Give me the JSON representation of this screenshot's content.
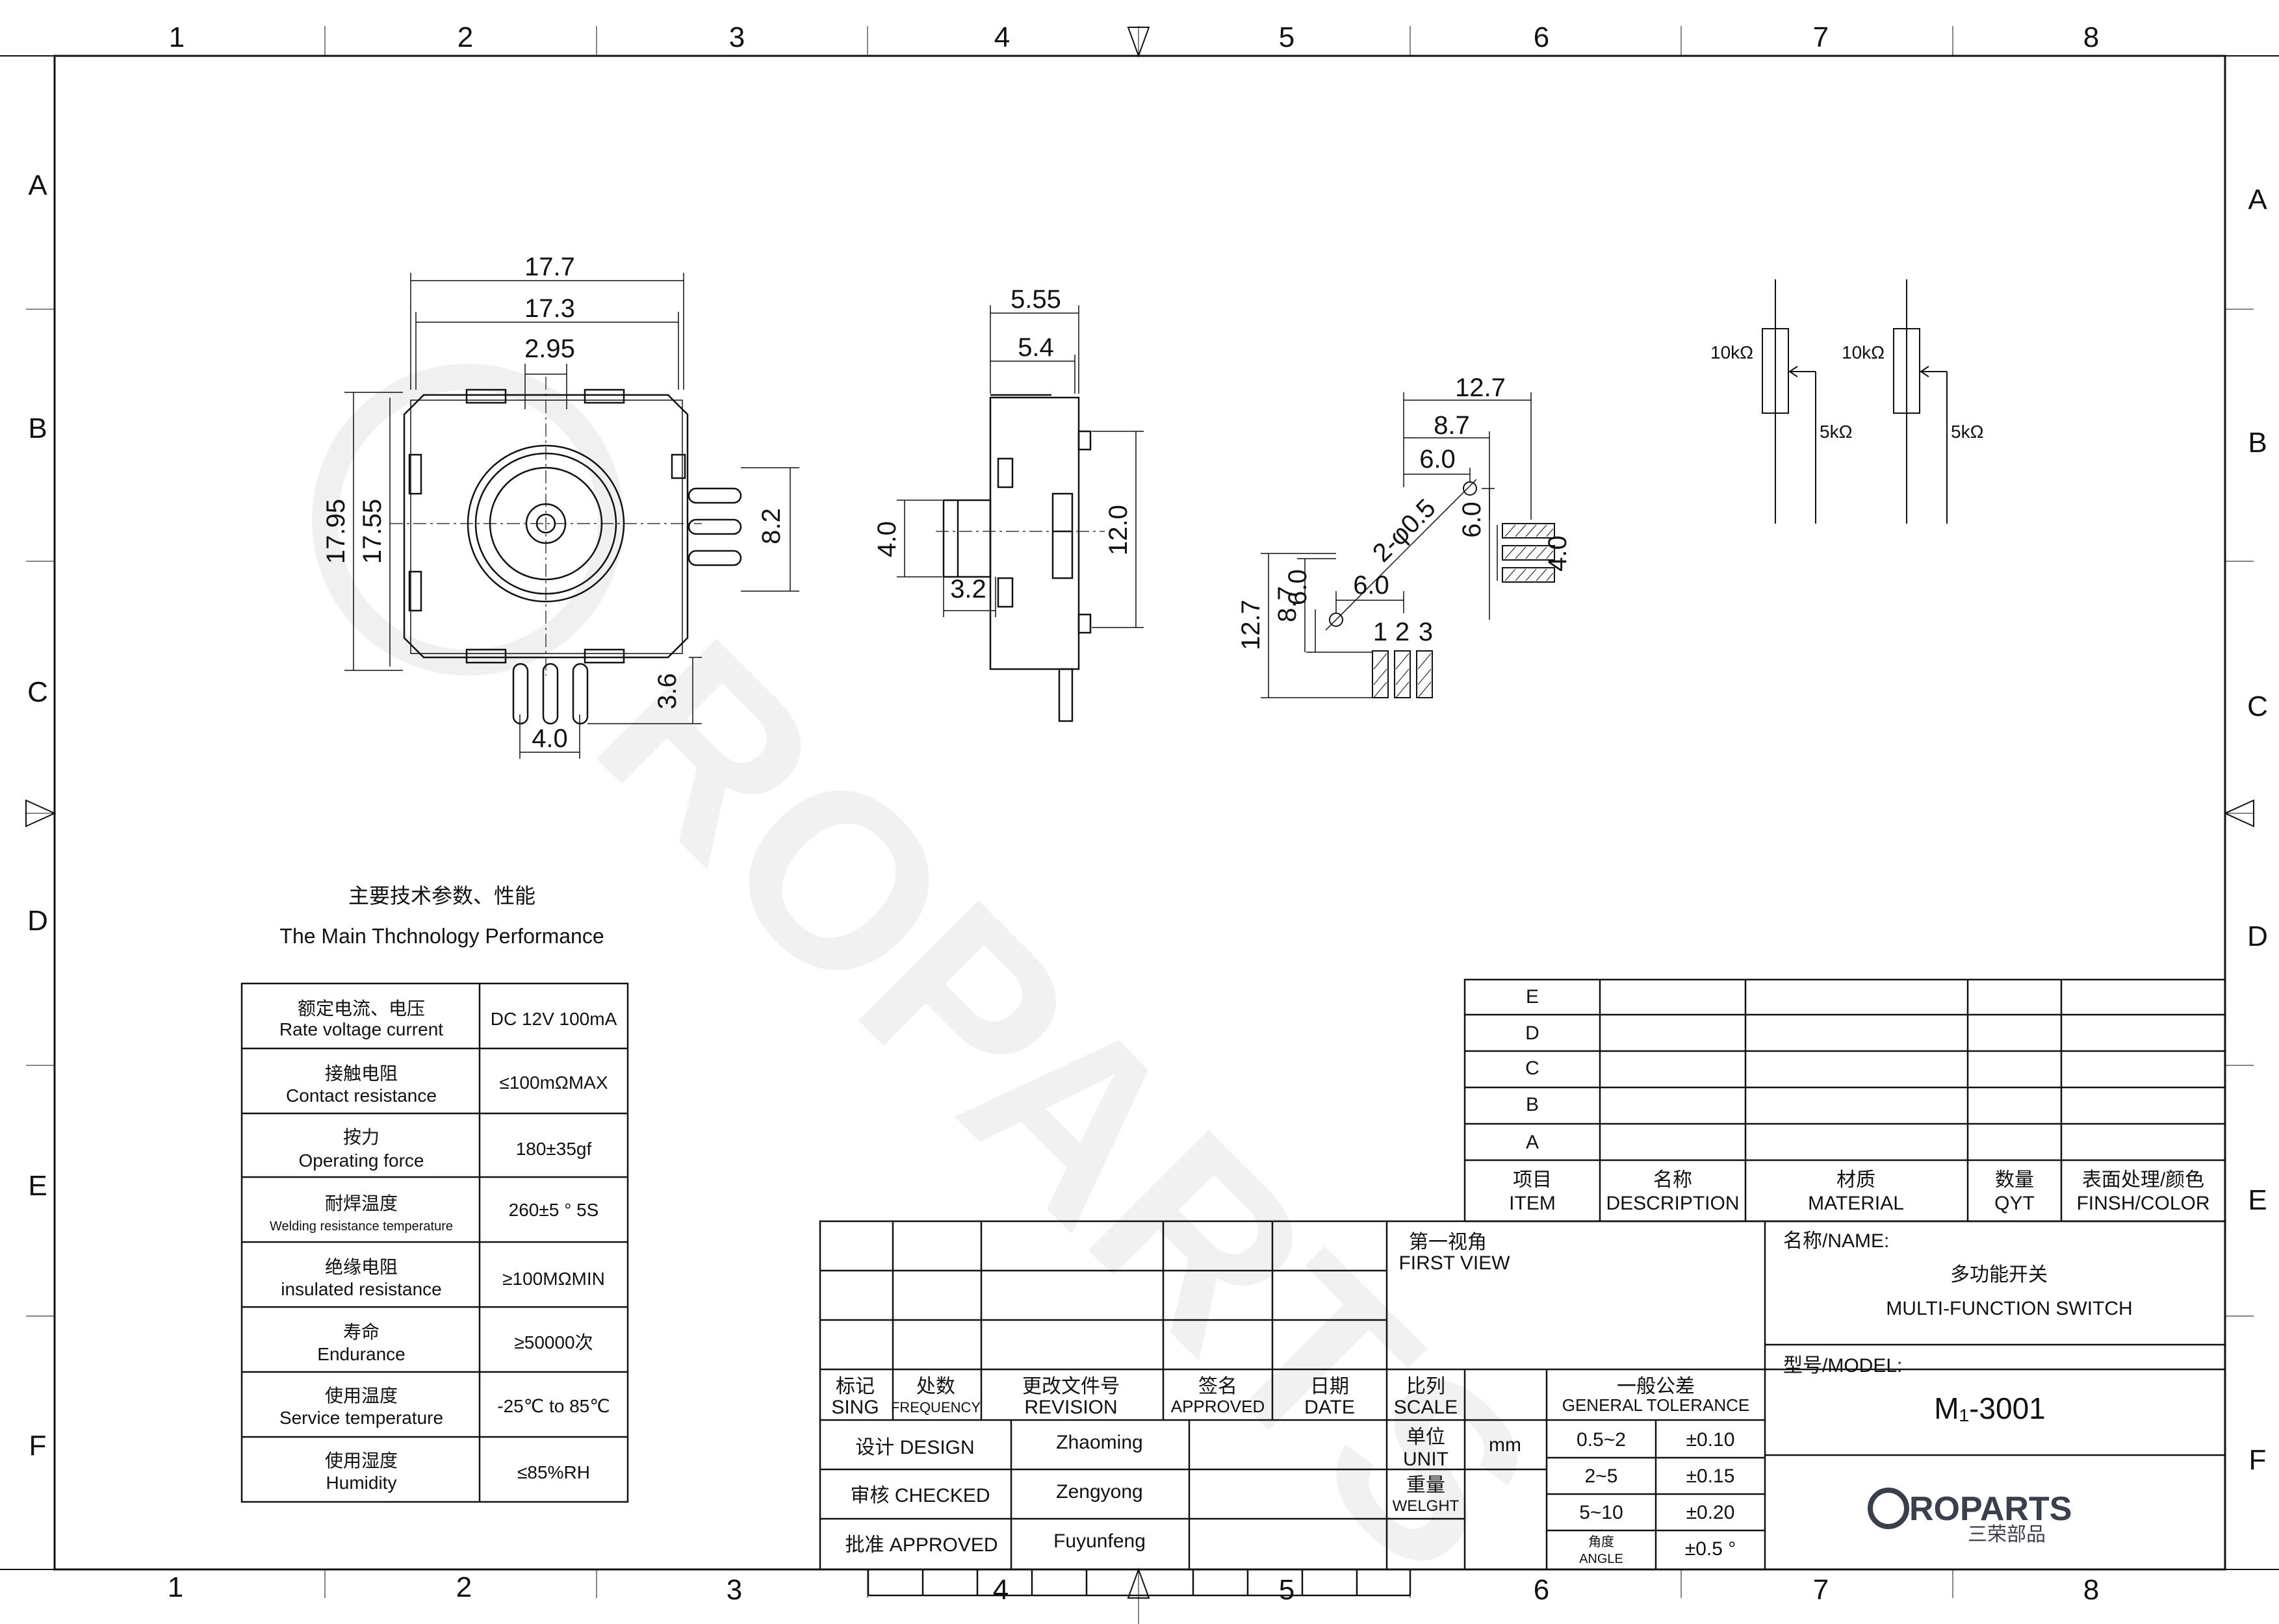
{
  "frame": {
    "top_cols": [
      "1",
      "2",
      "3",
      "4",
      "5",
      "6",
      "7",
      "8"
    ],
    "bottom_cols": [
      "1",
      "2",
      "3",
      "4",
      "5",
      "6",
      "7",
      "8"
    ],
    "rows": [
      "A",
      "B",
      "C",
      "D",
      "E",
      "F"
    ]
  },
  "front_view": {
    "dims": {
      "w_outer": "17.7",
      "w_inner": "17.3",
      "shaft_gap": "2.95",
      "h_outer": "17.95",
      "h_inner": "17.55",
      "pin_span": "8.2",
      "pin_len": "3.6",
      "pin_pitch": "4.0"
    }
  },
  "side_view": {
    "dims": {
      "top_outer": "5.55",
      "top_inner": "5.4",
      "height": "12.0",
      "shaft": "4.0",
      "bottom": "3.2"
    }
  },
  "pcb_layout": {
    "dims": {
      "d127_h": "12.7",
      "d87_h": "8.7",
      "d60_h": "6.0",
      "hole": "2-φ0.5",
      "d60_v_right": "6.0",
      "pad_h": "4.0",
      "d127_v": "12.7",
      "d87_v": "8.7",
      "d60_v": "6.0",
      "d60_bottom": "6.0"
    },
    "pins": [
      "1",
      "2",
      "3"
    ]
  },
  "schematic": {
    "r1": "10kΩ",
    "r1_wiper": "5kΩ",
    "r2": "10kΩ",
    "r2_wiper": "5kΩ"
  },
  "spec": {
    "title_cn": "主要技术参数、性能",
    "title_en": "The Main Thchnology Performance",
    "rows": [
      {
        "cn": "额定电流、电压",
        "en": "Rate voltage current",
        "value": "DC 12V 100mA"
      },
      {
        "cn": "接触电阻",
        "en": "Contact resistance",
        "value": "≤100mΩMAX"
      },
      {
        "cn": "按力",
        "en": "Operating  force",
        "value": "180±35gf"
      },
      {
        "cn": "耐焊温度",
        "en": "Welding resistance temperature",
        "value": "260±5 ° 5S"
      },
      {
        "cn": "绝缘电阻",
        "en": "insulated resistance",
        "value": "≥100MΩMIN"
      },
      {
        "cn": "寿命",
        "en": "Endurance",
        "value": "≥50000次"
      },
      {
        "cn": "使用温度",
        "en": "Service temperature",
        "value": "-25℃ to 85℃"
      },
      {
        "cn": "使用湿度",
        "en": "Humidity",
        "value": "≤85%RH"
      }
    ]
  },
  "bom": {
    "rows": [
      "E",
      "D",
      "C",
      "B",
      "A"
    ],
    "headers": [
      {
        "cn": "项目",
        "en": "ITEM"
      },
      {
        "cn": "名称",
        "en": "DESCRIPTION"
      },
      {
        "cn": "材质",
        "en": "MATERIAL"
      },
      {
        "cn": "数量",
        "en": "QYT"
      },
      {
        "cn": "表面处理/颜色",
        "en": "FINSH/COLOR"
      }
    ]
  },
  "title_block": {
    "rev_headers": [
      {
        "cn": "标记",
        "en": "SING"
      },
      {
        "cn": "处数",
        "en": "FREQUENCY"
      },
      {
        "cn": "更改文件号",
        "en": "REVISION"
      },
      {
        "cn": "签名",
        "en": "APPROVED"
      },
      {
        "cn": "日期",
        "en": "DATE"
      }
    ],
    "design_label": "设计 DESIGN",
    "design_name": "Zhaoming",
    "checked_label": "审核 CHECKED",
    "checked_name": "Zengyong",
    "approved_label": "批准 APPROVED",
    "approved_name": "Fuyunfeng",
    "view_cn": "第一视角",
    "view_en": "FIRST VIEW",
    "scale_cn": "比列",
    "scale_en": "SCALE",
    "unit_cn": "单位",
    "unit_en": "UNIT",
    "unit_value": "mm",
    "weight_cn": "重量",
    "weight_en": "WELGHT",
    "tol_cn": "一般公差",
    "tol_en": "GENERAL TOLERANCE",
    "tol_rows": [
      {
        "range": "0.5~2",
        "tol": "±0.10"
      },
      {
        "range": "2~5",
        "tol": "±0.15"
      },
      {
        "range": "5~10",
        "tol": "±0.20"
      }
    ],
    "angle_cn": "角度",
    "angle_en": "ANGLE",
    "angle_tol": "±0.5 °",
    "name_label": "名称/NAME:",
    "name_cn": "多功能开关",
    "name_en": "MULTI-FUNCTION SWITCH",
    "model_label": "型号/MODEL:",
    "model_value": "M₁-3001",
    "logo_text": "ROPARTS",
    "logo_sub": "三荣部品"
  }
}
